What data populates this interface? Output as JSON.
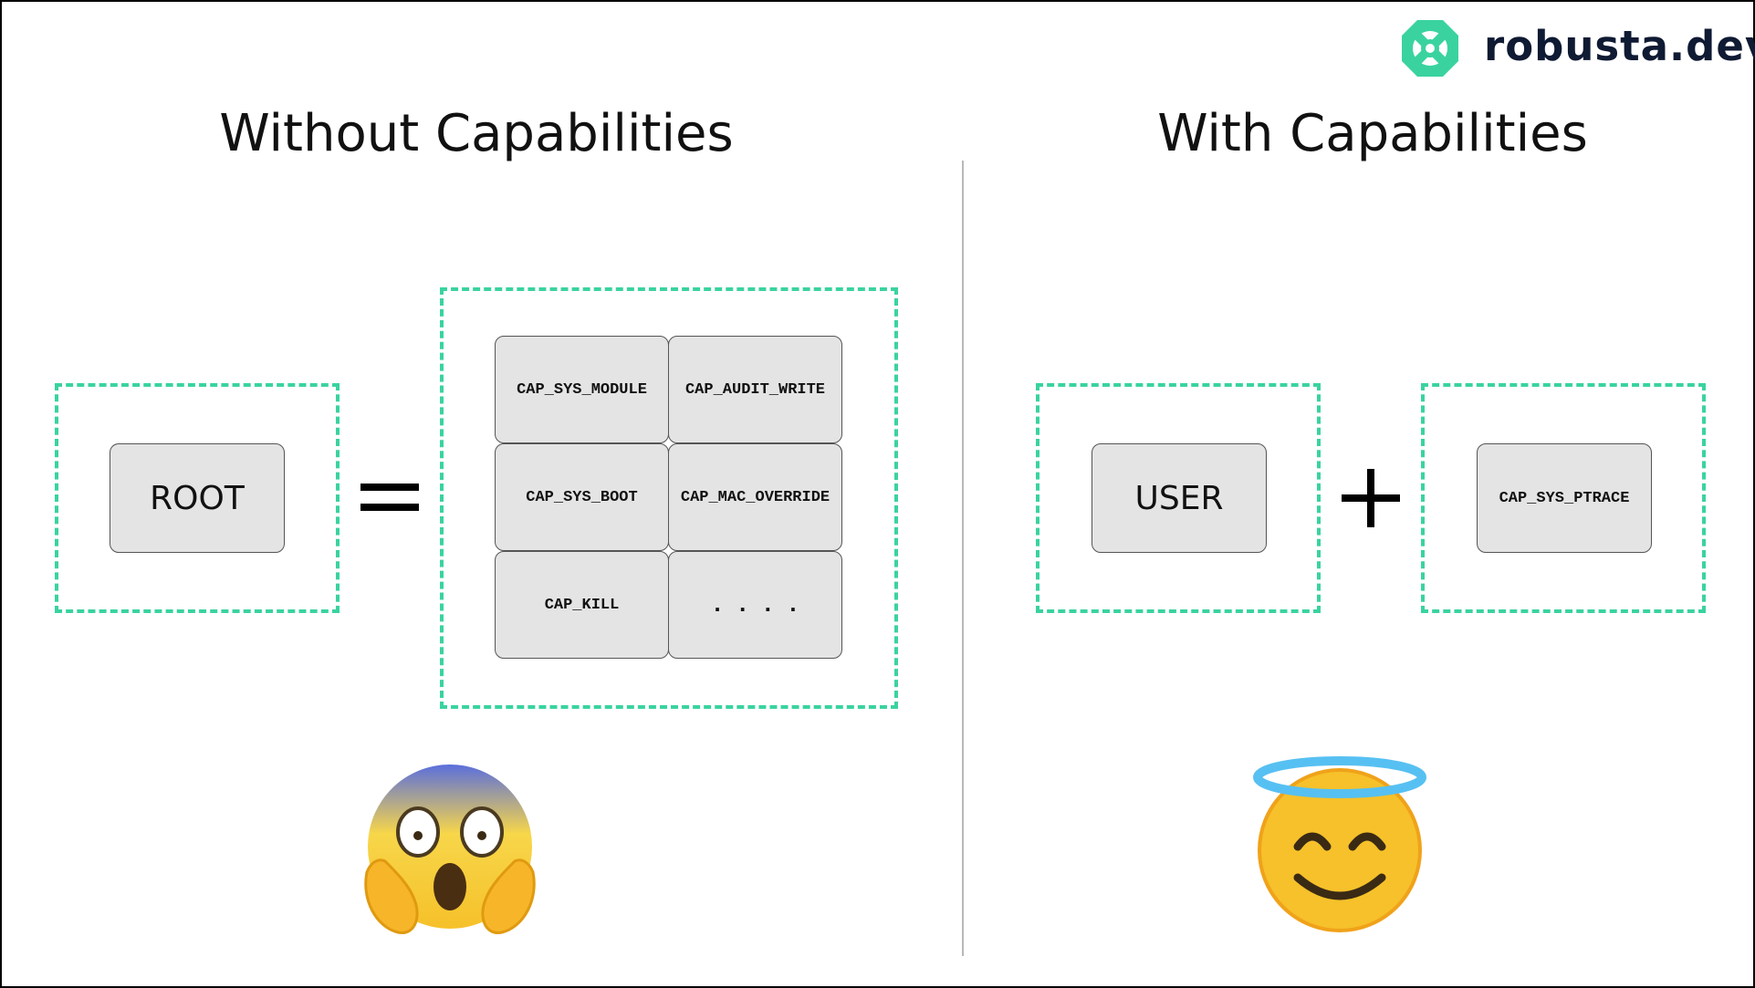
{
  "brand": {
    "name": "robusta.dev",
    "logo_icon": "lifebuoy-icon",
    "accent": "#3ad3a0"
  },
  "left": {
    "title": "Without Capabilities",
    "identity": "ROOT",
    "operator": "=",
    "capabilities": [
      "CAP_SYS_MODULE",
      "CAP_AUDIT_WRITE",
      "CAP_SYS_BOOT",
      "CAP_MAC_OVERRIDE",
      "CAP_KILL",
      "...."
    ],
    "emoji": "face-screaming-in-fear-icon"
  },
  "right": {
    "title": "With Capabilities",
    "identity": "USER",
    "operator": "+",
    "capabilities": [
      "CAP_SYS_PTRACE"
    ],
    "emoji": "smiling-face-with-halo-icon"
  },
  "colors": {
    "dash": "#3ad3a0",
    "card_fill": "#e4e4e4",
    "card_border": "#555555",
    "divider": "#b8b8b8"
  }
}
